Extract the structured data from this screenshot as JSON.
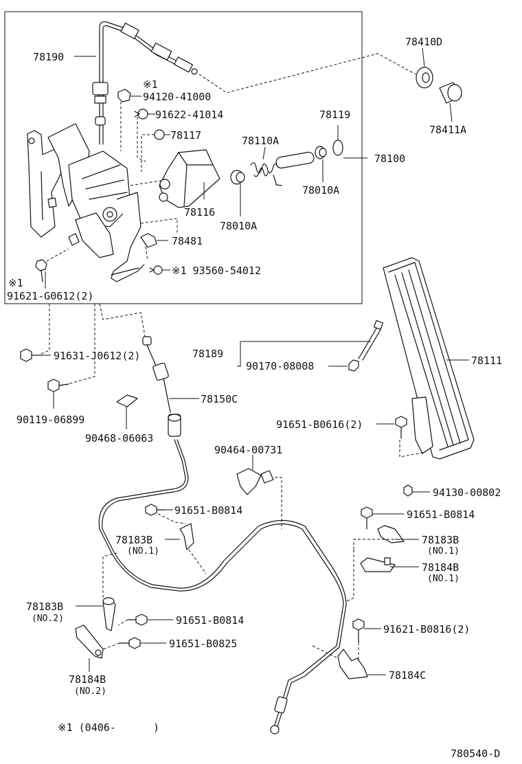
{
  "diagram_id": "780540-D",
  "footnote": "※1 (0406-      )",
  "labels": {
    "p78190": "78190",
    "p94120": "※1",
    "p94120b": "94120-41000",
    "p91622": "91622-41014",
    "p78117": "78117",
    "p78110A": "78110A",
    "p78119": "78119",
    "p78100": "78100",
    "p78010A_top": "78010A",
    "p78116": "78116",
    "p78010A_bot": "78010A",
    "p78481": "78481",
    "p93560": "※1 93560-54012",
    "p91621_mark": "※1",
    "p91621": "91621-G0612(2)",
    "p78410D": "78410D",
    "p78411A": "78411A",
    "p91631": "91631-J0612(2)",
    "p90119": "90119-06899",
    "p90468": "90468-06063",
    "p78150C": "78150C",
    "p78189": "78189",
    "p90170": "90170-08008",
    "p78111": "78111",
    "p91651_0616": "91651-B0616(2)",
    "p90464": "90464-00731",
    "p94130": "94130-00802",
    "p91651_0814_a": "91651-B0814",
    "p91651_0814_b": "91651-B0814",
    "p78183B_no1_a": "78183B",
    "p78183B_no1_a_sub": "(NO.1)",
    "p78183B_no1_b": "78183B",
    "p78183B_no1_b_sub": "(NO.1)",
    "p78184B_no1": "78184B",
    "p78184B_no1_sub": "(NO.1)",
    "p78183B_no2": "78183B",
    "p78183B_no2_sub": "(NO.2)",
    "p91651_0814_c": "91651-B0814",
    "p91651_0825": "91651-B0825",
    "p91621_0816": "91621-B0816(2)",
    "p78184B_no2": "78184B",
    "p78184B_no2_sub": "(NO.2)",
    "p78184C": "78184C"
  }
}
